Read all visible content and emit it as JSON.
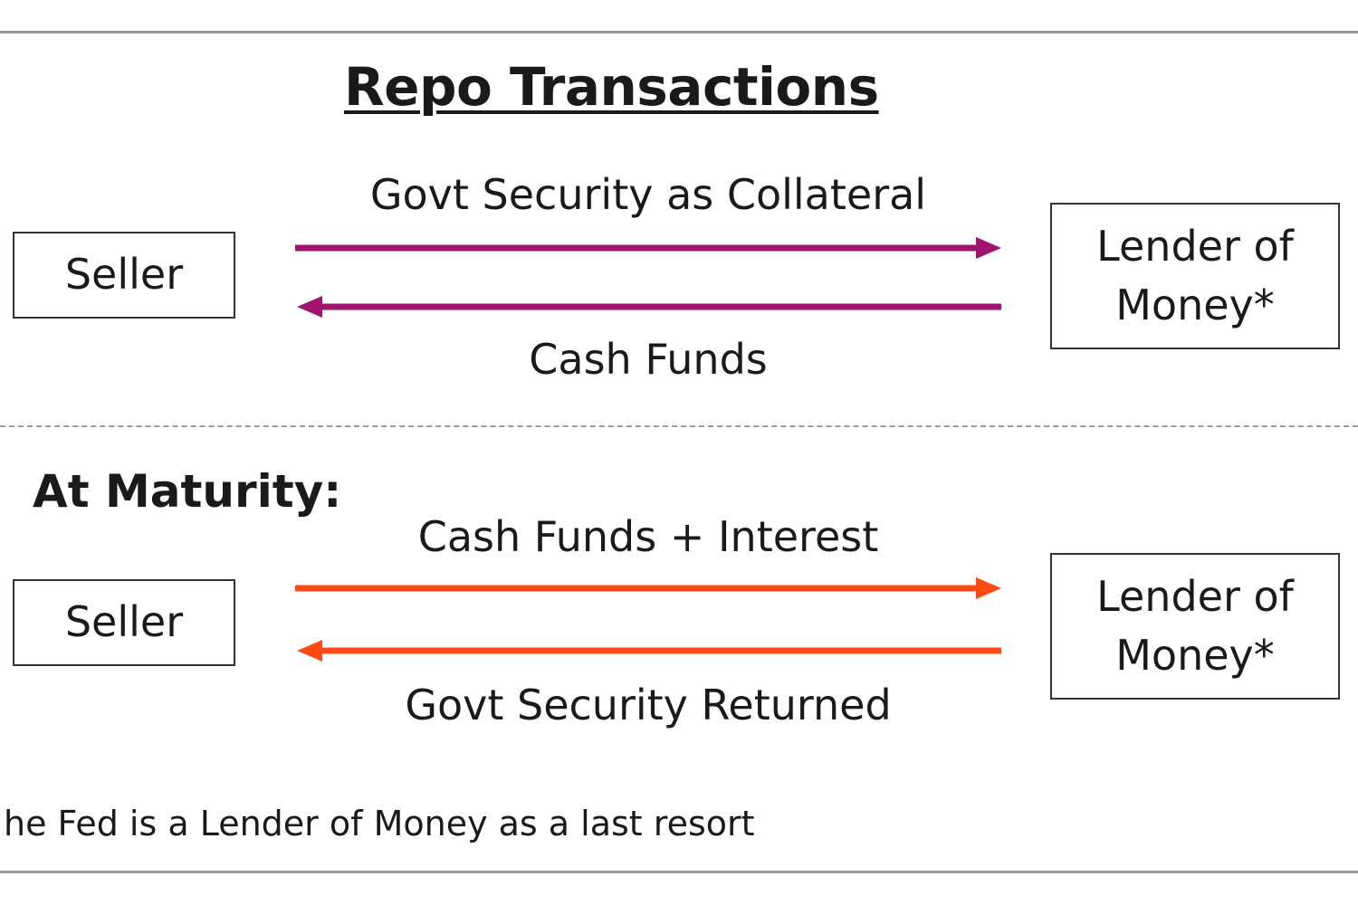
{
  "title": "Repo Transactions",
  "colors": {
    "initial_arrows": "#a0136e",
    "maturity_arrows": "#ff4b13",
    "rule": "#9a9a9a",
    "box_border": "#333333"
  },
  "initial": {
    "left_party": "Seller",
    "right_party_line1": "Lender of",
    "right_party_line2": "Money*",
    "forward_label": "Govt Security as Collateral",
    "return_label": "Cash Funds"
  },
  "maturity": {
    "section_label": "At Maturity:",
    "left_party": "Seller",
    "right_party_line1": "Lender of",
    "right_party_line2": "Money*",
    "forward_label": "Cash Funds + Interest",
    "return_label": "Govt Security Returned"
  },
  "footnote": "he Fed is a Lender of Money as a last resort"
}
